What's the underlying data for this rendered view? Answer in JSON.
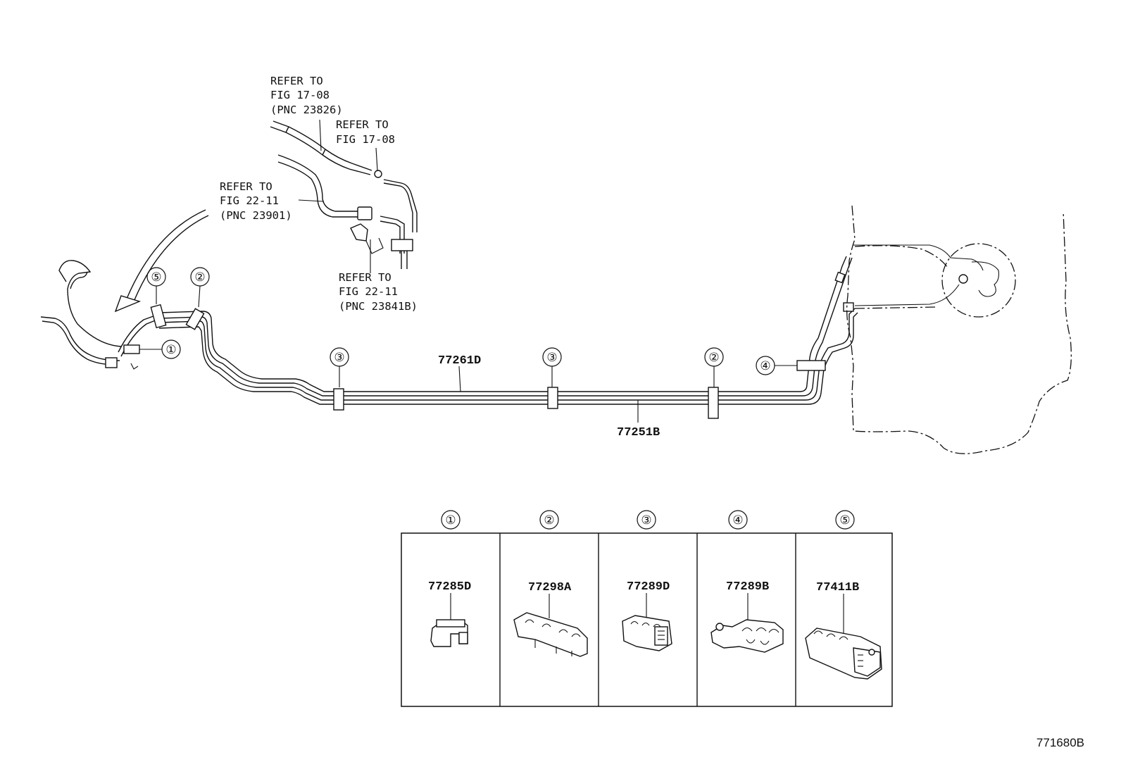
{
  "references": {
    "ref1": [
      "REFER TO",
      "FIG 17-08",
      "(PNC 23826)"
    ],
    "ref2": [
      "REFER TO",
      "FIG 17-08"
    ],
    "ref3": [
      "REFER TO",
      "FIG 22-11",
      "(PNC 23901)"
    ],
    "ref4": [
      "REFER TO",
      "FIG 22-11",
      "(PNC 23841B)"
    ]
  },
  "tube_parts": {
    "upper": "77261D",
    "lower": "77251B"
  },
  "callouts": {
    "c1": "①",
    "c2": "②",
    "c3": "③",
    "c4": "④",
    "c5": "⑤"
  },
  "legend": [
    {
      "marker": "①",
      "part": "77285D"
    },
    {
      "marker": "②",
      "part": "77298A"
    },
    {
      "marker": "③",
      "part": "77289D"
    },
    {
      "marker": "④",
      "part": "77289B"
    },
    {
      "marker": "⑤",
      "part": "77411B"
    }
  ],
  "figure_id": "771680B"
}
